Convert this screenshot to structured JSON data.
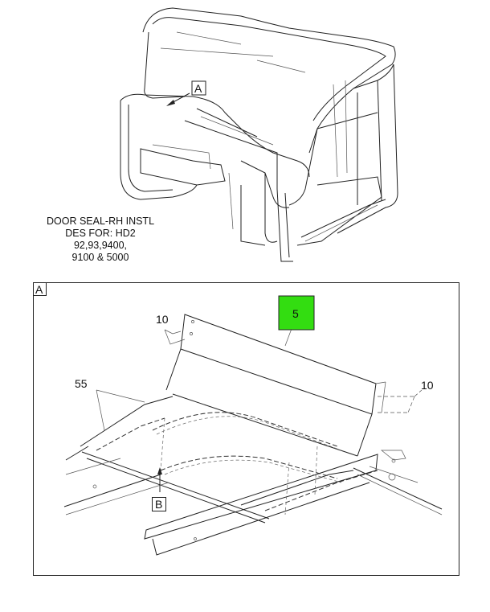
{
  "overview": {
    "view_callout": "A",
    "caption": [
      "DOOR SEAL-RH INSTL",
      "DES FOR: HD2",
      "92,93,9400,",
      "9100 & 5000"
    ]
  },
  "detail": {
    "view_label": "A",
    "callouts": {
      "part_5": "5",
      "part_10_left": "10",
      "part_10_right": "10",
      "part_55": "55",
      "view_b": "B"
    },
    "highlight_color": "#33dd11"
  }
}
